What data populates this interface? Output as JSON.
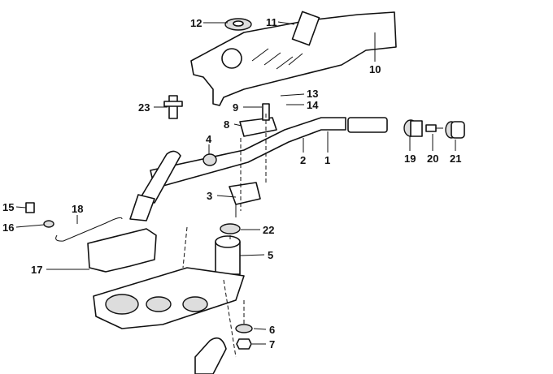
{
  "diagram": {
    "labels": [
      "1",
      "2",
      "3",
      "4",
      "5",
      "6",
      "7",
      "8",
      "9",
      "10",
      "11",
      "12",
      "13",
      "14",
      "15",
      "16",
      "17",
      "18",
      "19",
      "20",
      "21",
      "22",
      "23"
    ]
  }
}
